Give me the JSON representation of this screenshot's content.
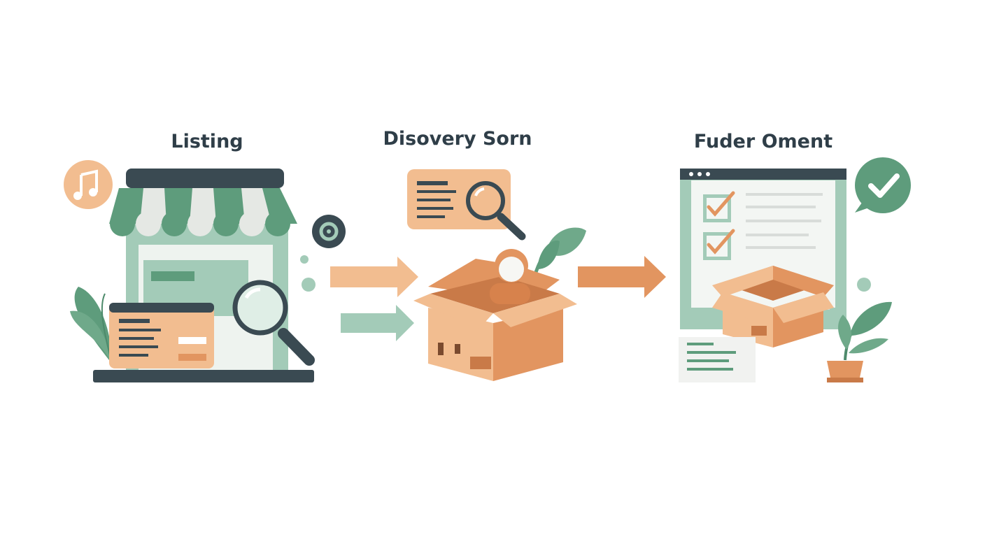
{
  "stages": [
    {
      "label": "Listing"
    },
    {
      "label": "Disovery Sorn"
    },
    {
      "label": "Fuder  Oment"
    }
  ],
  "colors": {
    "dark": "#3a4a52",
    "green": "#5e9c7c",
    "green_light": "#a3cbb8",
    "orange": "#e29560",
    "orange_light": "#f2bd90",
    "cream": "#f7f7f4"
  },
  "icons": [
    "music-note-icon",
    "storefront-icon",
    "magnifier-icon",
    "target-icon",
    "package-box-icon",
    "checklist-screen-icon",
    "check-bubble-icon",
    "plant-icon",
    "arrow-icon"
  ]
}
